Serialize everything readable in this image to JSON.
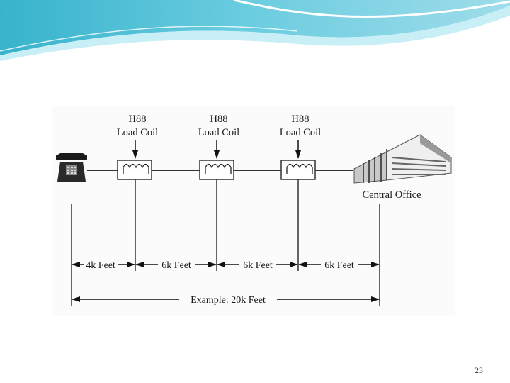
{
  "slide": {
    "page_number": "23",
    "header_colors": [
      "#5bc4d8",
      "#a9e2ee",
      "#e3f5f9"
    ]
  },
  "diagram": {
    "load_coils": [
      {
        "line1": "H88",
        "line2": "Load Coil"
      },
      {
        "line1": "H88",
        "line2": "Load Coil"
      },
      {
        "line1": "H88",
        "line2": "Load Coil"
      }
    ],
    "central_office_label": "Central Office",
    "segments": [
      "4k Feet",
      "6k Feet",
      "6k Feet",
      "6k Feet"
    ],
    "total_label": "Example: 20k Feet",
    "icons": [
      "telephone-icon",
      "central-office-building-icon"
    ]
  }
}
